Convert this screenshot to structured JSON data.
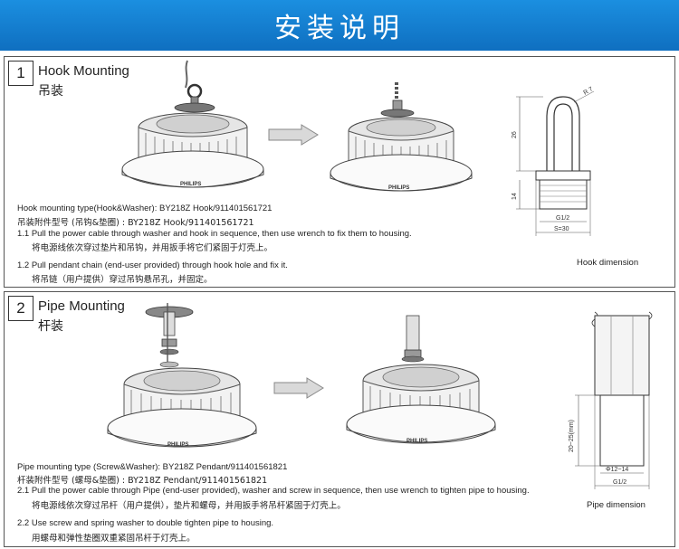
{
  "banner": {
    "title": "安装说明"
  },
  "hook": {
    "number": "1",
    "title": "Hook Mounting",
    "subtitle": "吊装",
    "brand": "PHILIPS",
    "type_en": "Hook mounting type(Hook&Washer): BY218Z Hook/911401561721",
    "type_cn": "吊装附件型号 (吊钩&垫圈) : BY218Z Hook/911401561721",
    "step1_en": "1.1 Pull the power cable through washer and hook in sequence, then use wrench to fix them to housing.",
    "step1_cn": "将电源线依次穿过垫片和吊钩，并用扳手将它们紧固于灯壳上。",
    "step2_en": "1.2 Pull pendant chain (end-user provided) through hook hole and fix it.",
    "step2_cn": "将吊链（用户提供）穿过吊钩悬吊孔，并固定。",
    "dimension_caption": "Hook dimension",
    "dim_r": "R 7",
    "dim_26": "26",
    "dim_14": "14",
    "dim_g": "G1/2",
    "dim_s": "S=30"
  },
  "pipe": {
    "number": "2",
    "title": "Pipe Mounting",
    "subtitle": "杆装",
    "brand": "PHILIPS",
    "type_en": "Pipe mounting type (Screw&Washer): BY218Z Pendant/911401561821",
    "type_cn": "杆装附件型号 (螺母&垫圈) : BY218Z Pendant/911401561821",
    "step1_en": "2.1 Pull the power cable through Pipe (end-user provided), washer and screw in sequence, then use wrench to tighten pipe to housing.",
    "step1_cn": "将电源线依次穿过吊杆（用户提供），垫片和螺母，并用扳手将吊杆紧固于灯壳上。",
    "step2_en": "2.2 Use screw and spring washer to double tighten pipe to housing.",
    "step2_cn": "用螺母和弹性垫圈双重紧固吊杆于灯壳上。",
    "dimension_caption": "Pipe dimension",
    "dim_len": "20~25(mm)",
    "dim_dia": "Φ12~14",
    "dim_g": "G1/2"
  }
}
